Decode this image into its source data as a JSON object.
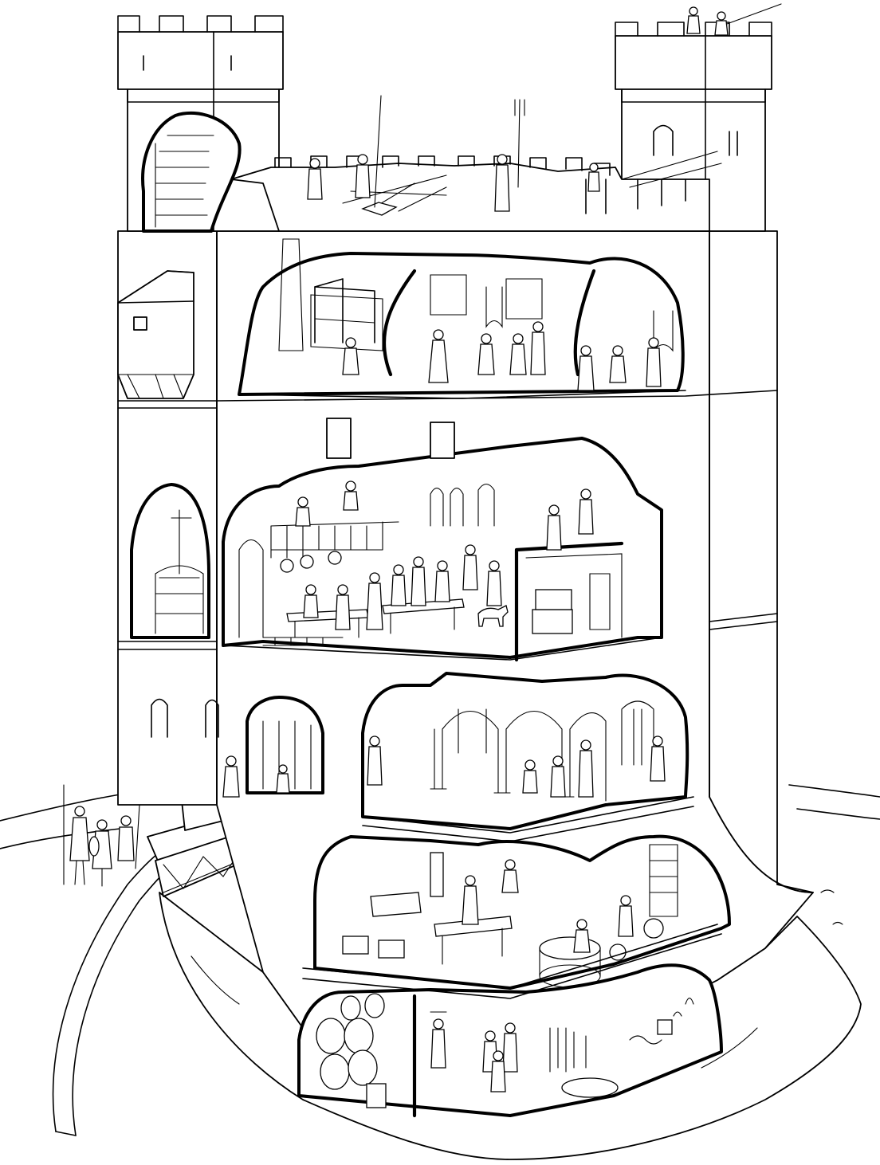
{
  "illustration": {
    "colors": {
      "ink": "#000000",
      "paper": "#ffffff"
    },
    "parts": [
      "left-turret",
      "right-turret",
      "battlements",
      "top-floor-chambers",
      "great-hall",
      "entrance-chapel-level",
      "kitchen-store",
      "cellar-dungeon",
      "drawbridge",
      "outer-rampart",
      "rock-base"
    ]
  }
}
